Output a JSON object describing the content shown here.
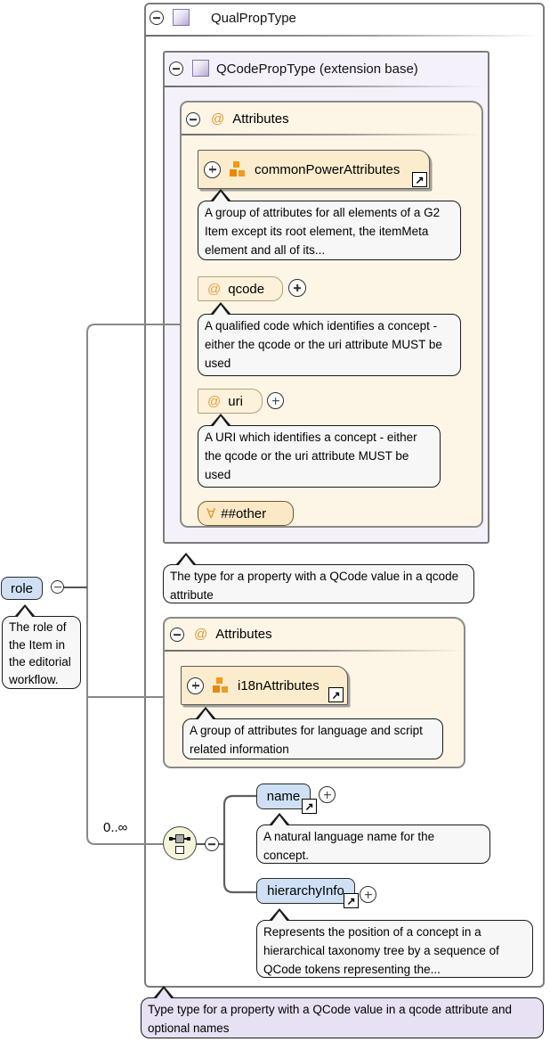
{
  "root": {
    "title": "QualPropType",
    "doc": "Type type for a property with a QCode value in a qcode attribute and optional names"
  },
  "extension": {
    "title": "QCodePropType (extension base)",
    "doc": "The type for a property with a QCode value in a qcode attribute"
  },
  "attributes_section": {
    "header": "Attributes",
    "at": "@"
  },
  "common_power_attributes": {
    "label": "commonPowerAttributes",
    "doc": "A group of attributes for all elements of a G2 Item except its root element, the itemMeta element and all of its..."
  },
  "qcode": {
    "at": "@",
    "label": "qcode",
    "doc": "A qualified code which identifies a concept - either the qcode or the uri attribute MUST be used"
  },
  "uri": {
    "at": "@",
    "label": "uri",
    "doc": "A URI which identifies a concept - either the qcode or the uri attribute MUST be used"
  },
  "wildcard": {
    "symbol": "∀",
    "label": "##other"
  },
  "i18n_attributes": {
    "label": "i18nAttributes",
    "doc": "A group of attributes for language and script related information"
  },
  "role": {
    "label": "role",
    "doc": "The role of the Item in the editorial workflow."
  },
  "sequence": {
    "occurrence": "0..∞"
  },
  "name": {
    "label": "name",
    "doc": "A natural language name for the concept."
  },
  "hierarchy_info": {
    "label": "hierarchyInfo",
    "doc": "Represents the position of a concept in a hierarchical taxonomy tree by a sequence of QCode tokens representing the..."
  },
  "colors": {
    "accent_orange": "#DD9A33",
    "attr_group_fill": "#FBECCD",
    "attr_section_fill": "#FDF5E5",
    "type_fill": "#F4F1FB",
    "element_fill": "#CFE0F5",
    "doc_fill": "#F7F7F7",
    "type_doc_fill": "#E7E1F3"
  }
}
